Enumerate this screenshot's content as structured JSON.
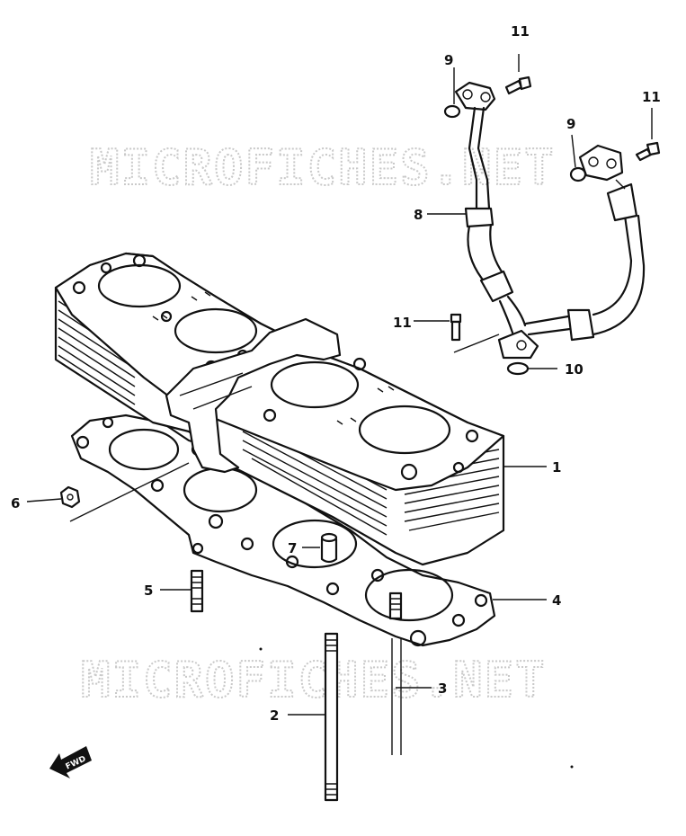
{
  "watermarks": [
    "MICROFICHES.NET",
    "MICROFICHES.NET"
  ],
  "fwd_label": "FWD",
  "callouts": {
    "c1": "1",
    "c2": "2",
    "c3": "3",
    "c4": "4",
    "c5": "5",
    "c6": "6",
    "c7": "7",
    "c8": "8",
    "c9a": "9",
    "c9b": "9",
    "c10": "10",
    "c11a": "11",
    "c11b": "11",
    "c11c": "11"
  }
}
